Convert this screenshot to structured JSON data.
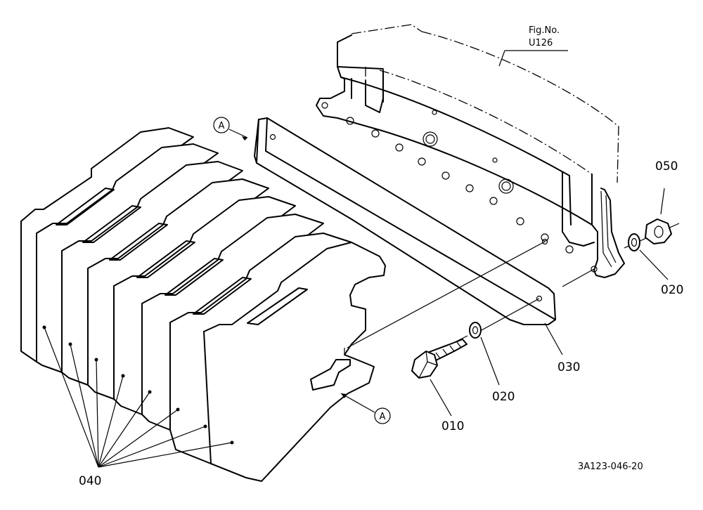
{
  "figure": {
    "fig_line1": "Fig.No.",
    "fig_line2": "U126",
    "ref_code": "3A123-046-20"
  },
  "callouts": {
    "ref_a_top": "A",
    "ref_a_bottom": "A",
    "p010": "010",
    "p020_lower": "020",
    "p020_right": "020",
    "p030": "030",
    "p040": "040",
    "p050": "050"
  }
}
